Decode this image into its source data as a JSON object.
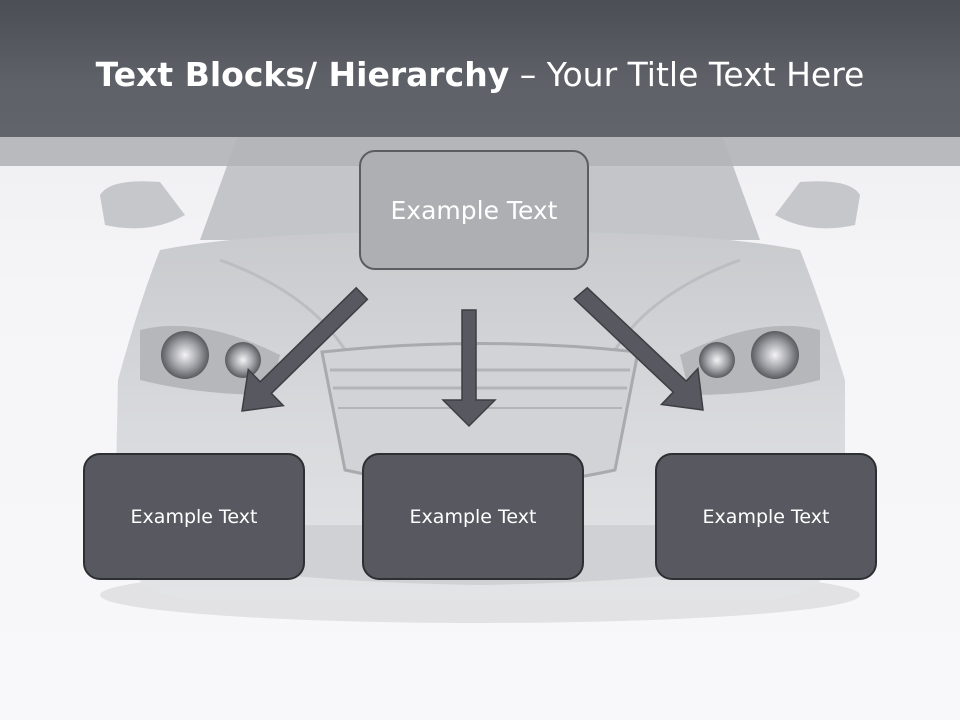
{
  "title": {
    "bold": "Text Blocks/ Hierarchy",
    "rest": " – Your Title Text Here"
  },
  "boxes": {
    "top": "Example Text",
    "left": "Example Text",
    "center": "Example Text",
    "right": "Example Text"
  },
  "colors": {
    "title_bar": "#5f6169",
    "top_box": "#aeafb2",
    "bottom_box": "#575860",
    "arrow": "#575860"
  }
}
